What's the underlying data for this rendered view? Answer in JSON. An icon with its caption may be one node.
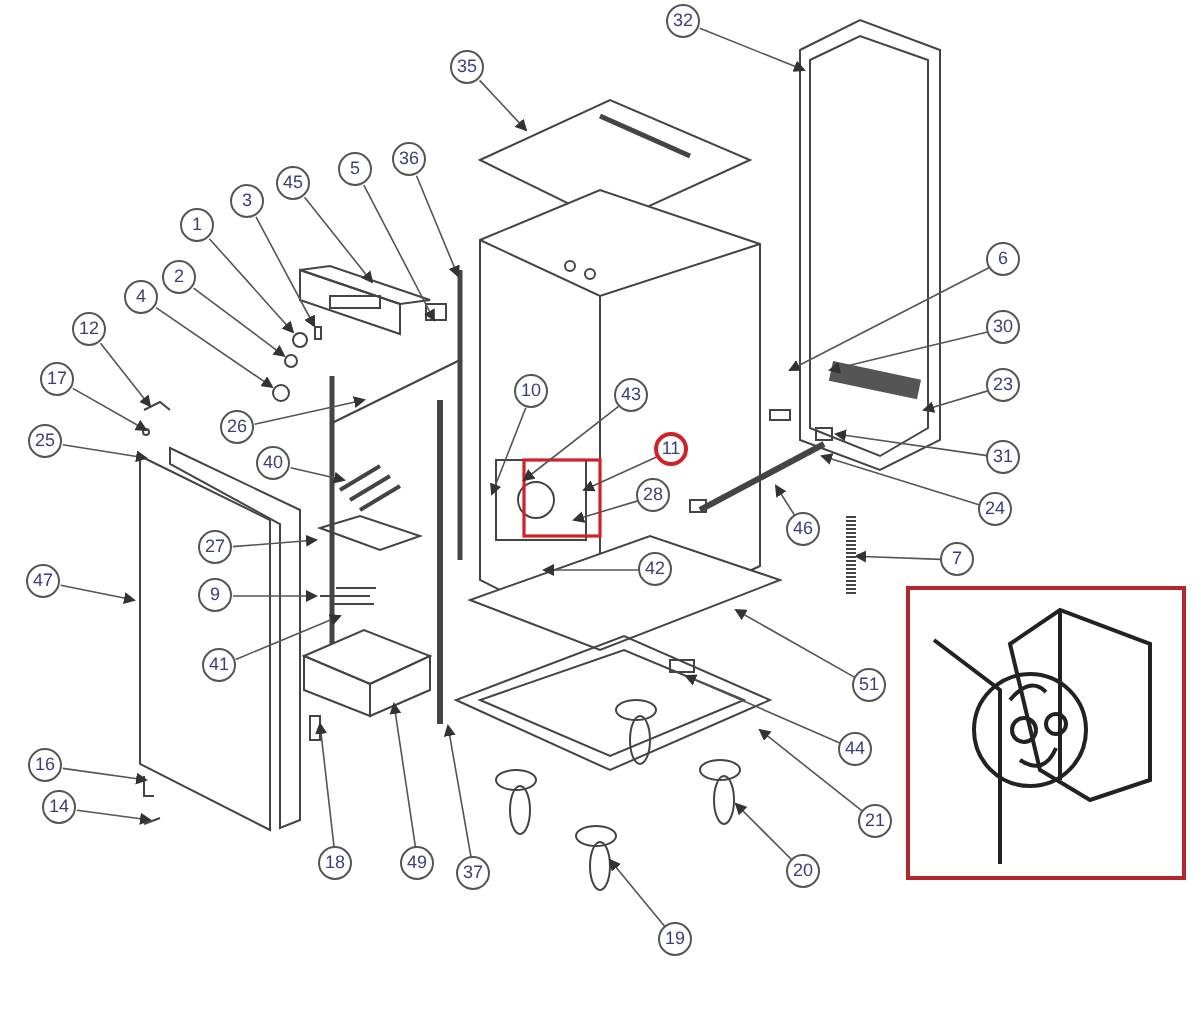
{
  "diagram": {
    "nodes": [
      {
        "text": [
          "32"
        ]
      },
      {
        "text": [
          "35"
        ]
      },
      {
        "text": [
          "36"
        ]
      },
      {
        "text": [
          "5"
        ]
      },
      {
        "text": [
          "45"
        ]
      },
      {
        "text": [
          "3"
        ]
      },
      {
        "text": [
          "1"
        ]
      },
      {
        "text": [
          "6"
        ]
      },
      {
        "text": [
          "2"
        ]
      },
      {
        "text": [
          "4"
        ]
      },
      {
        "text": [
          "30"
        ]
      },
      {
        "text": [
          "12"
        ]
      },
      {
        "text": [
          "17"
        ]
      },
      {
        "text": [
          "23"
        ]
      },
      {
        "text": [
          "10"
        ]
      },
      {
        "text": [
          "43"
        ]
      },
      {
        "text": [
          "26"
        ]
      },
      {
        "text": [
          "25"
        ]
      },
      {
        "text": [
          "11"
        ]
      },
      {
        "text": [
          "31"
        ]
      },
      {
        "text": [
          "40"
        ]
      },
      {
        "text": [
          "28"
        ]
      },
      {
        "text": [
          "24"
        ]
      },
      {
        "text": [
          "46"
        ]
      },
      {
        "text": [
          "27"
        ]
      },
      {
        "text": [
          "7"
        ]
      },
      {
        "text": [
          "42"
        ]
      },
      {
        "text": [
          "47"
        ]
      },
      {
        "text": [
          "9"
        ]
      },
      {
        "text": [
          "41"
        ]
      },
      {
        "text": [
          "51"
        ]
      },
      {
        "text": [
          "44"
        ]
      },
      {
        "text": [
          "16"
        ]
      },
      {
        "text": [
          "14"
        ]
      },
      {
        "text": [
          "21"
        ]
      },
      {
        "text": [
          "18"
        ]
      },
      {
        "text": [
          "49"
        ]
      },
      {
        "text": [
          "20"
        ]
      },
      {
        "text": [
          "37"
        ]
      },
      {
        "text": [
          "19"
        ]
      },
      {
        "text": [],
        "shape": "circle"
      },
      {
        "text": [],
        "shape": "box"
      },
      {
        "text": [],
        "shape": "circle"
      },
      {
        "text": [],
        "shape": "circle"
      },
      {
        "text": [],
        "shape": "bar"
      }
    ],
    "edges": [
      {
        "from": 0,
        "to": null,
        "arrow": "to"
      },
      {
        "from": 1,
        "to": null,
        "arrow": "to"
      },
      {
        "from": 2,
        "to": null,
        "arrow": "to"
      },
      {
        "from": 3,
        "to": null,
        "arrow": "to"
      },
      {
        "from": 4,
        "to": null,
        "arrow": "to"
      },
      {
        "from": 5,
        "to": 41,
        "arrow": "to"
      },
      {
        "from": 6,
        "to": 40,
        "arrow": "to"
      },
      {
        "from": 7,
        "to": null,
        "arrow": "to"
      },
      {
        "from": 8,
        "to": 42,
        "arrow": "to"
      },
      {
        "from": 9,
        "to": 43,
        "arrow": "to"
      },
      {
        "from": 10,
        "to": null,
        "arrow": "to"
      },
      {
        "from": 11,
        "to": null,
        "arrow": "to"
      },
      {
        "from": 12,
        "to": null,
        "arrow": "to"
      },
      {
        "from": 13,
        "to": null,
        "arrow": "to"
      },
      {
        "from": 14,
        "to": null,
        "arrow": "to"
      },
      {
        "from": 15,
        "to": null,
        "arrow": "to"
      },
      {
        "from": 16,
        "to": null,
        "arrow": "to"
      },
      {
        "from": 17,
        "to": null,
        "arrow": "to"
      },
      {
        "from": 18,
        "to": null,
        "arrow": "to"
      },
      {
        "from": 19,
        "to": null,
        "arrow": "to"
      },
      {
        "from": 20,
        "to": null,
        "arrow": "to"
      },
      {
        "from": 21,
        "to": null,
        "arrow": "to"
      },
      {
        "from": 22,
        "to": null,
        "arrow": "to"
      },
      {
        "from": 23,
        "to": null,
        "arrow": "to"
      },
      {
        "from": 24,
        "to": null,
        "arrow": "to"
      },
      {
        "from": 25,
        "to": 44,
        "arrow": "to"
      },
      {
        "from": 26,
        "to": null,
        "arrow": "to"
      },
      {
        "from": 27,
        "to": null,
        "arrow": "to"
      },
      {
        "from": 28,
        "to": null,
        "arrow": "to"
      },
      {
        "from": 29,
        "to": null,
        "arrow": "to"
      },
      {
        "from": 30,
        "to": null,
        "arrow": "to"
      },
      {
        "from": 31,
        "to": null,
        "arrow": "to"
      },
      {
        "from": 32,
        "to": null,
        "arrow": "to"
      },
      {
        "from": 33,
        "to": null,
        "arrow": "to"
      },
      {
        "from": 34,
        "to": null,
        "arrow": "to"
      },
      {
        "from": 35,
        "to": null,
        "arrow": "to"
      },
      {
        "from": 36,
        "to": null,
        "arrow": "to"
      },
      {
        "from": 37,
        "to": null,
        "arrow": "to"
      },
      {
        "from": 38,
        "to": null,
        "arrow": "to"
      },
      {
        "from": 39,
        "to": null,
        "arrow": "to"
      }
    ]
  }
}
